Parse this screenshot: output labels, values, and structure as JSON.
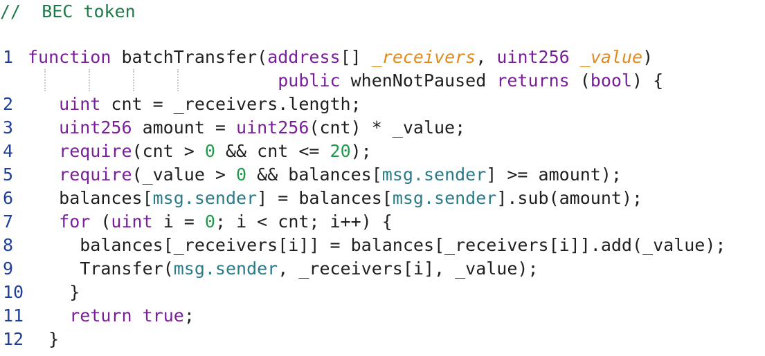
{
  "editor": {
    "comment": "//  BEC token",
    "lines": [
      {
        "num": "1",
        "parts": [
          [
            "kw",
            "function"
          ],
          [
            "p",
            " batchTransfer("
          ],
          [
            "ty",
            "address"
          ],
          [
            "p",
            "[] "
          ],
          [
            "prm",
            "_receivers"
          ],
          [
            "p",
            ", "
          ],
          [
            "ty",
            "uint256"
          ],
          [
            "p",
            " "
          ],
          [
            "prm",
            "_value"
          ],
          [
            "p",
            ")"
          ]
        ]
      },
      {
        "num": "",
        "parts": [
          [
            "p",
            "                        "
          ],
          [
            "kw",
            "public"
          ],
          [
            "p",
            " whenNotPaused "
          ],
          [
            "kw",
            "returns"
          ],
          [
            "p",
            " ("
          ],
          [
            "ty",
            "bool"
          ],
          [
            "p",
            ") {"
          ]
        ]
      },
      {
        "num": "2",
        "parts": [
          [
            "p",
            "   "
          ],
          [
            "ty",
            "uint"
          ],
          [
            "p",
            " cnt = _receivers.length;"
          ]
        ]
      },
      {
        "num": "3",
        "parts": [
          [
            "p",
            "   "
          ],
          [
            "ty",
            "uint256"
          ],
          [
            "p",
            " amount = "
          ],
          [
            "ty",
            "uint256"
          ],
          [
            "p",
            "(cnt) * _value;"
          ]
        ]
      },
      {
        "num": "4",
        "parts": [
          [
            "p",
            "   "
          ],
          [
            "kw",
            "require"
          ],
          [
            "p",
            "(cnt > "
          ],
          [
            "num",
            "0"
          ],
          [
            "p",
            " && cnt <= "
          ],
          [
            "num",
            "20"
          ],
          [
            "p",
            ");"
          ]
        ]
      },
      {
        "num": "5",
        "parts": [
          [
            "p",
            "   "
          ],
          [
            "kw",
            "require"
          ],
          [
            "p",
            "(_value > "
          ],
          [
            "num",
            "0"
          ],
          [
            "p",
            " && balances["
          ],
          [
            "msg",
            "msg.sender"
          ],
          [
            "p",
            "] >= amount);"
          ]
        ]
      },
      {
        "num": "6",
        "parts": [
          [
            "p",
            "   balances["
          ],
          [
            "msg",
            "msg.sender"
          ],
          [
            "p",
            "] = balances["
          ],
          [
            "msg",
            "msg.sender"
          ],
          [
            "p",
            "].sub(amount);"
          ]
        ]
      },
      {
        "num": "7",
        "parts": [
          [
            "p",
            "   "
          ],
          [
            "kw",
            "for"
          ],
          [
            "p",
            " ("
          ],
          [
            "ty",
            "uint"
          ],
          [
            "p",
            " i = "
          ],
          [
            "num",
            "0"
          ],
          [
            "p",
            "; i < cnt; i++) {"
          ]
        ]
      },
      {
        "num": "8",
        "parts": [
          [
            "p",
            "     balances[_receivers[i]] = balances[_receivers[i]].add(_value);"
          ]
        ]
      },
      {
        "num": "9",
        "parts": [
          [
            "p",
            "     Transfer("
          ],
          [
            "msg",
            "msg.sender"
          ],
          [
            "p",
            ", _receivers[i], _value);"
          ]
        ]
      },
      {
        "num": "10",
        "parts": [
          [
            "p",
            "    }"
          ]
        ]
      },
      {
        "num": "11",
        "parts": [
          [
            "p",
            "    "
          ],
          [
            "kw",
            "return"
          ],
          [
            "p",
            " "
          ],
          [
            "ty",
            "true"
          ],
          [
            "p",
            ";"
          ]
        ]
      },
      {
        "num": "12",
        "parts": [
          [
            "p",
            "  }"
          ]
        ]
      }
    ]
  },
  "colors": {
    "keyword": "#7a1f9a",
    "param": "#e08a1e",
    "number": "#1f9a4a",
    "member": "#2a7a8a",
    "comment": "#1f7a4a",
    "line_number": "#1f3f9a"
  }
}
